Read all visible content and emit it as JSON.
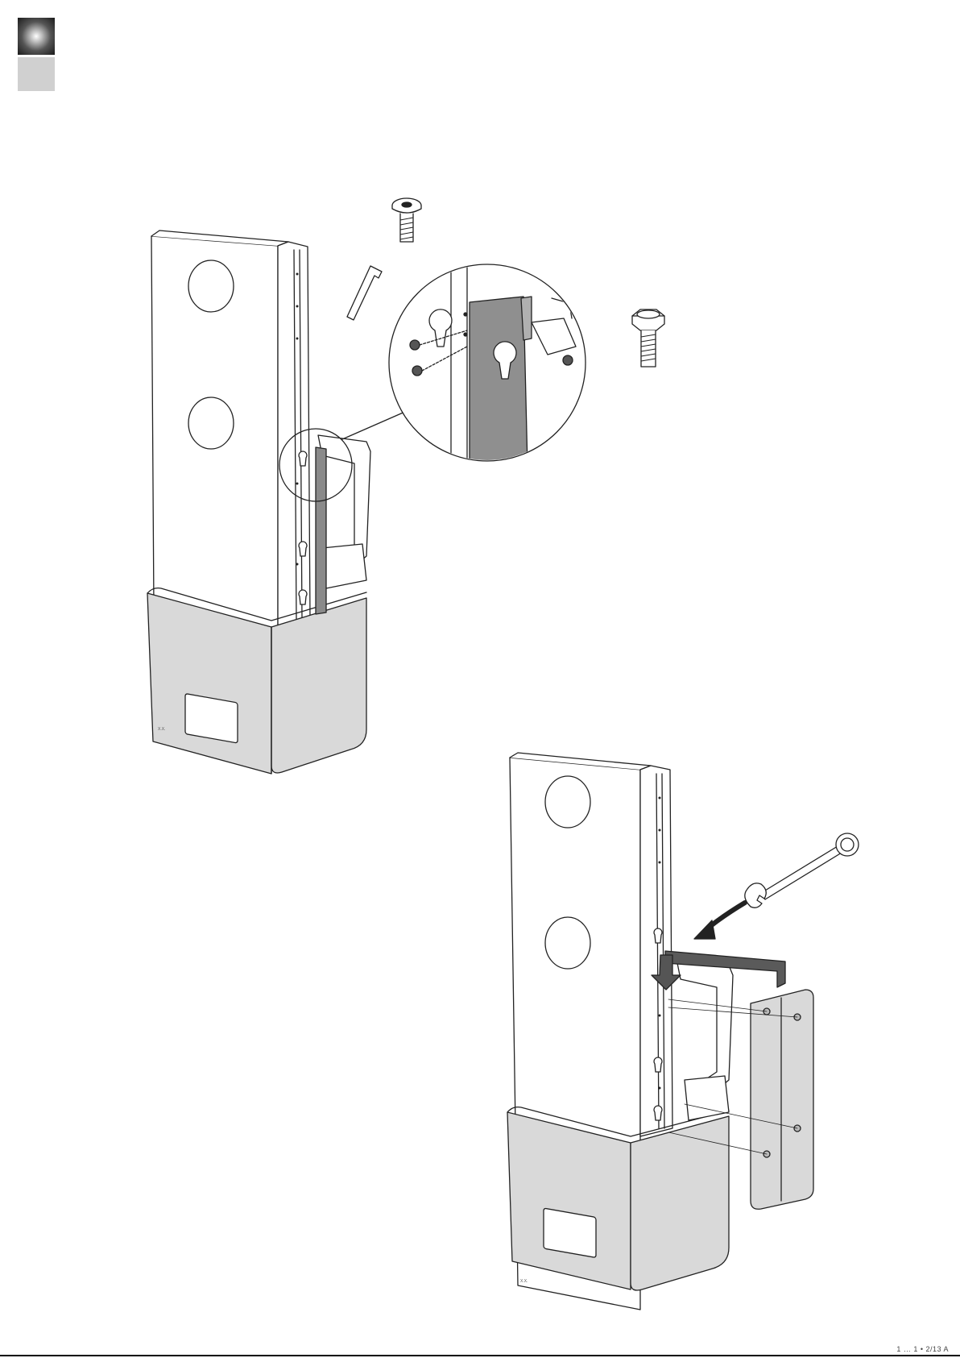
{
  "page": {
    "illustration_1": {
      "label_plate": "X.X."
    },
    "illustration_2": {
      "label_plate": "X.X."
    },
    "footer_code": "1 … 1 • 2/13 A"
  },
  "colors": {
    "line": "#222222",
    "panel_gray": "#d9d9d9",
    "dark_band": "#5a5a5a",
    "tab_light": "#d0d0d0"
  },
  "icons": [
    "allen-key-icon",
    "torx-screw-icon",
    "hex-bolt-icon",
    "wrench-icon",
    "arrow-icon"
  ]
}
